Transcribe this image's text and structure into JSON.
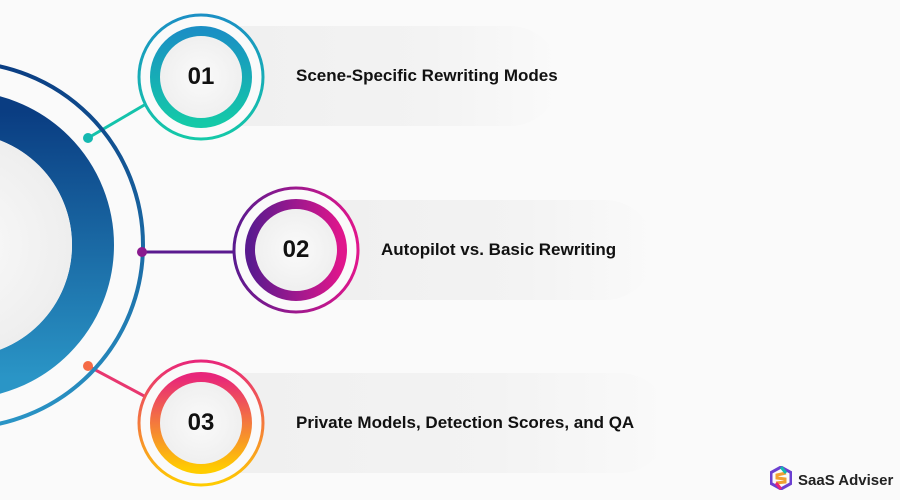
{
  "steps": [
    {
      "number": "01",
      "title": "Scene-Specific Rewriting Modes",
      "color_start": "#1a8fc4",
      "color_end": "#14c9a8"
    },
    {
      "number": "02",
      "title": "Autopilot vs. Basic Rewriting",
      "color_start": "#5a1a8f",
      "color_end": "#e0168c"
    },
    {
      "number": "03",
      "title": "Private Models, Detection Scores, and QA",
      "color_start": "#e8267a",
      "color_end": "#ffcc00"
    }
  ],
  "hub": {
    "color_start": "#0a3d82",
    "color_end": "#2a95c6"
  },
  "logo": {
    "text": "SaaS Adviser",
    "icon": "saas-adviser-logo-icon"
  }
}
